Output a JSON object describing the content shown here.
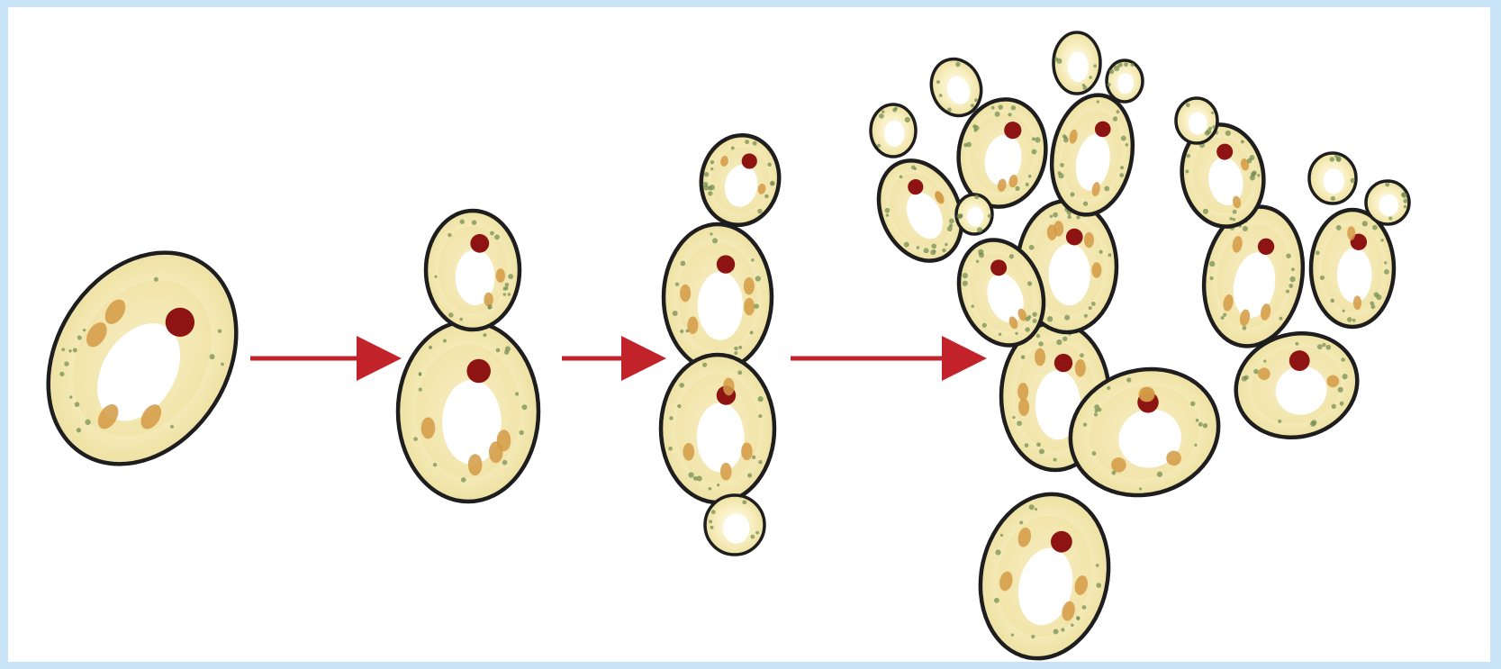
{
  "colors": {
    "frame": "#c9e4f6",
    "background": "#ffffff",
    "cell_fill": "#f7f1cf",
    "cell_inner": "#eee0a0",
    "cell_outline": "#1e1e1e",
    "vacuole": "#ffffff",
    "nucleus": "#8e1414",
    "granule": "#d39a45",
    "speckle": "#6f8a4f",
    "arrow": "#c2222a"
  },
  "stages": [
    {
      "name": "single-cell",
      "cell_count": 1
    },
    {
      "name": "first-bud",
      "cell_count": 2
    },
    {
      "name": "bud-chain",
      "cell_count": 4
    },
    {
      "name": "branched-colony",
      "cell_count": 20
    }
  ],
  "arrows": [
    {
      "from": "single-cell",
      "to": "first-bud"
    },
    {
      "from": "first-bud",
      "to": "bud-chain"
    },
    {
      "from": "bud-chain",
      "to": "branched-colony"
    }
  ]
}
